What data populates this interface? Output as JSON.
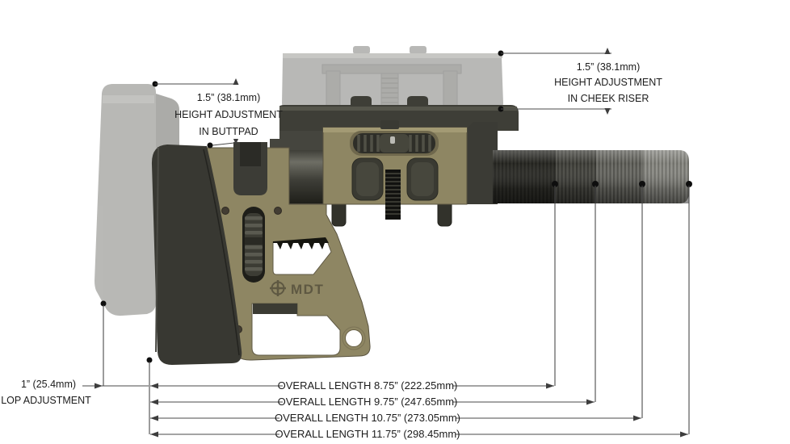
{
  "diagram": {
    "title_implicit": "MDT stock adjustment dimensions",
    "brand": {
      "logo_text": "MDT"
    },
    "annotations": {
      "buttpad": {
        "line1": "1.5” (38.1mm)",
        "line2": "HEIGHT ADJUSTMENT",
        "line3": "IN BUTTPAD"
      },
      "cheek_riser": {
        "line1": "1.5” (38.1mm)",
        "line2": "HEIGHT ADJUSTMENT",
        "line3": "IN CHEEK RISER"
      },
      "lop": {
        "line1": "1” (25.4mm)",
        "line2": "LOP ADJUSTMENT"
      },
      "overall_lengths": [
        {
          "label": "OVERALL LENGTH 8.75” (222.25mm)"
        },
        {
          "label": "OVERALL LENGTH 9.75” (247.65mm)"
        },
        {
          "label": "OVERALL LENGTH 10.75” (273.05mm)"
        },
        {
          "label": "OVERALL LENGTH 11.75” (298.45mm)"
        }
      ]
    },
    "colors": {
      "olive": "#8e8663",
      "charcoal": "#3b3b36",
      "ghost_gray": "#b2b2af",
      "dimension_line": "#4a4a4a",
      "text": "#1c1c1c",
      "background": "#ffffff"
    }
  }
}
